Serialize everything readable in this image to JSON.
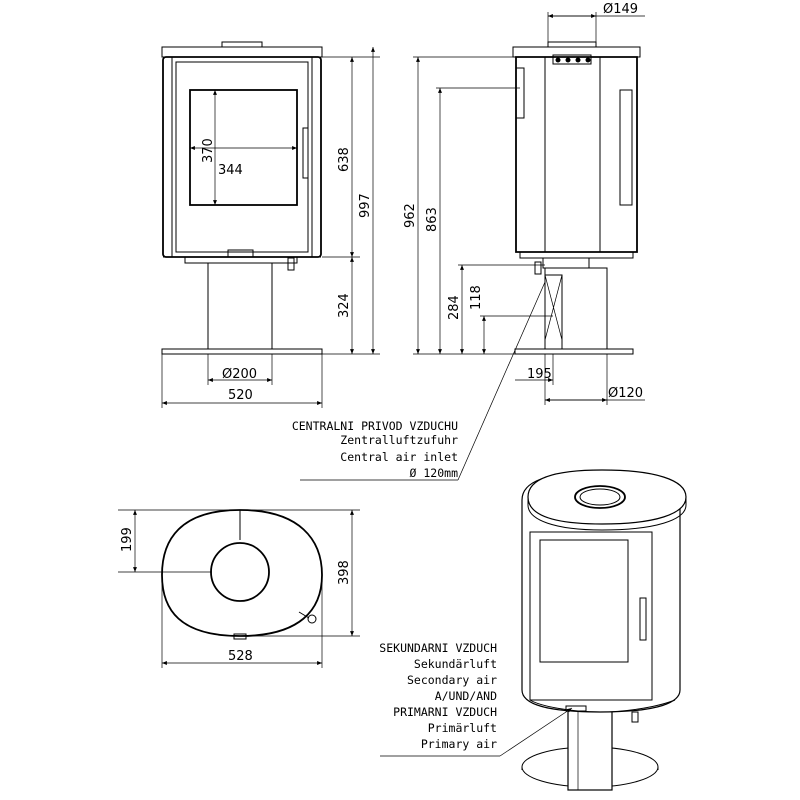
{
  "dimensions": {
    "top_flue_diameter": "Ø149",
    "glass_height": "370",
    "glass_width": "344",
    "body_height": "638",
    "total_height_front": "997",
    "pedestal_height": "324",
    "base_diameter": "Ø200",
    "base_width": "520",
    "side_total_height": "962",
    "side_inlet_height": "863",
    "side_pipe_height": "284",
    "side_pipe_center": "118",
    "side_pipe_offset": "195",
    "side_pipe_diameter": "Ø120",
    "top_half_depth": "199",
    "top_depth": "398",
    "top_width": "528"
  },
  "notes": {
    "central_air": [
      "CENTRALNI PRIVOD VZDUCHU",
      "Zentralluftzufuhr",
      "Central air inlet",
      "Ø 120mm"
    ],
    "secondary_air": [
      "SEKUNDARNI VZDUCH",
      "Sekundärluft",
      "Secondary air",
      "A/UND/AND",
      "PRIMARNI VZDUCH",
      "Primärluft",
      "Primary air"
    ]
  }
}
